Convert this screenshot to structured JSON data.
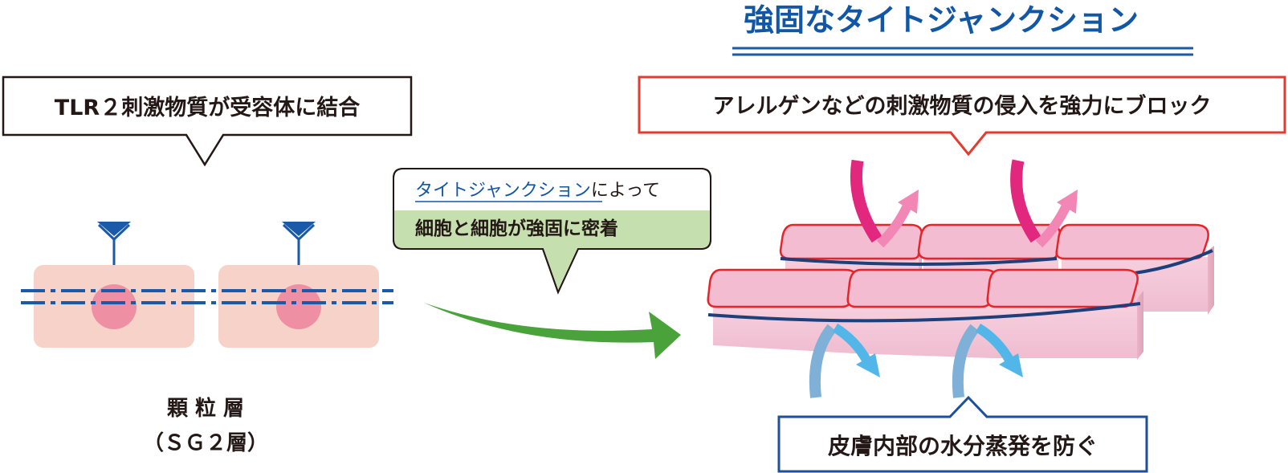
{
  "title": "強固なタイトジャンクション",
  "left_callout": "TLR２刺激物質が受容体に結合",
  "left_caption": {
    "line1": "顆 粒 層",
    "line2": "（ＳＧ２層）"
  },
  "middle_callout": {
    "line1_underlined": "タイトジャンクション",
    "line1_rest": "によって",
    "line2": "細胞と細胞が強固に密着"
  },
  "right_top_callout": "アレルゲンなどの刺激物質の侵入を強力にブロック",
  "right_bottom_callout": "皮膚内部の水分蒸発を防ぐ",
  "colors": {
    "title_blue": "#1257a6",
    "line_blue": "#1a5aa8",
    "red_border": "#e03c31",
    "navy_border": "#1d4f9c",
    "cell_fill": "#f7d2c8",
    "nucleus": "#ef8fa4",
    "green_arrow": "#4aa23a",
    "green_box": "#c6dfae",
    "magenta_arrow": "#e2277e",
    "pink_arrow": "#f287b6",
    "blue_arrow": "#7fb0d7",
    "cyan_arrow": "#52b7e8"
  },
  "icons": {
    "receptor": "y-receptor-icon",
    "arrow": "curved-arrow-icon"
  }
}
